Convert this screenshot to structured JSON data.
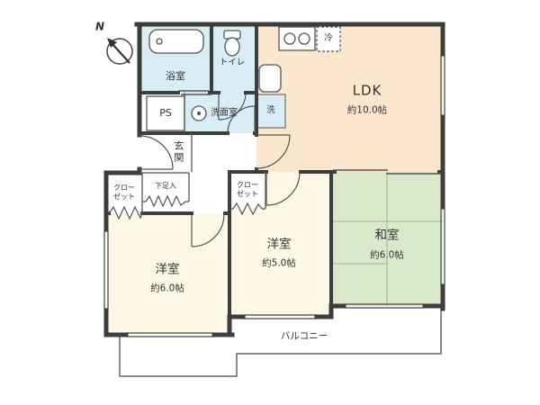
{
  "colors": {
    "wall": "#3d3d3d",
    "thin_line": "#555555",
    "wet_area": "#d8edf6",
    "ldk_fill": "#fbe7cd",
    "western_fill": "#fdf8e6",
    "tatami_fill": "#d9e9cb",
    "tatami_line": "#9fb990"
  },
  "compass": {
    "label": "N"
  },
  "rooms": {
    "ldk": {
      "name": "LDK",
      "area": "約10.0帖"
    },
    "bath": {
      "name": "浴室"
    },
    "toilet": {
      "name": "トイレ"
    },
    "washroom": {
      "name": "洗面室"
    },
    "washer": {
      "name": "洗"
    },
    "fridge": {
      "name": "冷"
    },
    "ps": {
      "name": "PS"
    },
    "genkan": {
      "name": "玄関"
    },
    "shoe_box": {
      "name": "下足入"
    },
    "closet_left": {
      "name": "クロー\nゼット"
    },
    "closet_mid": {
      "name": "クロー\nゼット"
    },
    "western_left": {
      "name": "洋室",
      "area": "約6.0帖"
    },
    "western_mid": {
      "name": "洋室",
      "area": "約5.0帖"
    },
    "japanese": {
      "name": "和室",
      "area": "約6.0帖"
    },
    "balcony": {
      "name": "バルコニー"
    }
  },
  "icons": {
    "bathtub": "bathtub-icon",
    "toilet": "toilet-icon",
    "washbasin": "washbasin-icon",
    "stove": "stove-icon",
    "sink": "sink-icon",
    "compass": "compass-icon"
  }
}
